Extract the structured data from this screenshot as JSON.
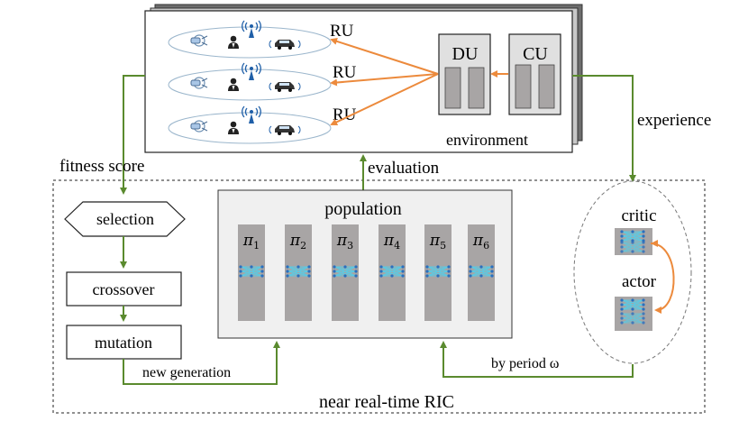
{
  "environment": {
    "label": "environment",
    "ru_labels": [
      "RU",
      "RU",
      "RU"
    ],
    "du_label": "DU",
    "cu_label": "CU",
    "cell_icons": [
      "user-icon",
      "antenna-icon",
      "car-icon",
      "vr-headset-icon"
    ]
  },
  "edges": {
    "fitness_score": "fitness score",
    "evaluation": "evaluation",
    "experience": "experience",
    "new_generation": "new generation",
    "by_period": "by period ω"
  },
  "ric": {
    "label": "near real-time RIC"
  },
  "ga": {
    "selection": "selection",
    "crossover": "crossover",
    "mutation": "mutation"
  },
  "population": {
    "label": "population",
    "policies": [
      {
        "symbol": "π",
        "index": "1"
      },
      {
        "symbol": "π",
        "index": "2"
      },
      {
        "symbol": "π",
        "index": "3"
      },
      {
        "symbol": "π",
        "index": "4"
      },
      {
        "symbol": "π",
        "index": "5"
      },
      {
        "symbol": "π",
        "index": "6"
      }
    ]
  },
  "agent": {
    "critic": "critic",
    "actor": "actor"
  },
  "colors": {
    "green_arrow": "#5a8a2e",
    "orange_arrow": "#ec8a3c",
    "nn_cyan": "#5ec8e0",
    "nn_node": "#2a6fbf",
    "gray_block": "#a8a5a5",
    "panel_fill": "#f0f0f0"
  }
}
